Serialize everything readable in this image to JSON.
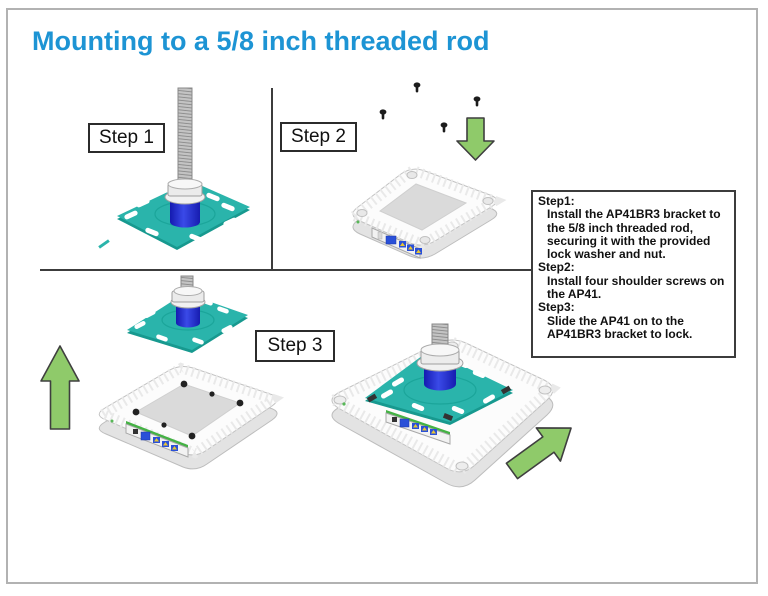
{
  "title": "Mounting to a 5/8 inch threaded rod",
  "colors": {
    "title_blue": "#1d94d4",
    "bracket_teal": "#2ab4ab",
    "mount_cylinder_blue": "#2230d8",
    "arrow_green": "#8fca6a",
    "divider_dark": "#3c3c3c",
    "frame_gray": "#b2b2b2"
  },
  "step_labels": {
    "step1": "Step 1",
    "step2": "Step 2",
    "step3": "Step 3"
  },
  "instructions": {
    "items": [
      {
        "heading": "Step1:",
        "body": "Install the AP41BR3 bracket to the 5/8 inch threaded rod, securing it with the provided lock washer and nut."
      },
      {
        "heading": "Step2:",
        "body": "Install four shoulder screws on the AP41."
      },
      {
        "heading": "Step3:",
        "body": "Slide the AP41 on to the AP41BR3 bracket to lock."
      }
    ]
  },
  "graphics": {
    "step1_illustration": "AP41BR3 bracket on 5/8 inch threaded rod with lock washer and nut",
    "step2_illustration": "AP41 access point with four shoulder screws above and down arrow",
    "step3_illustration": "Bracket above AP41 with up arrow",
    "final_illustration": "AP41 slid onto AP41BR3 bracket with northeast arrow"
  }
}
